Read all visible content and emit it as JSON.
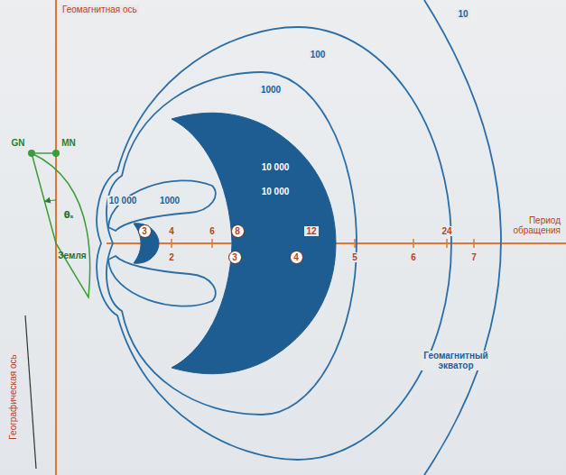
{
  "diagram": {
    "labels": [
      "Геомагнитная ось",
      "GN",
      "MN",
      "10",
      "100",
      "1000",
      "10 000",
      "10 000",
      "θₛ",
      "10 000",
      "1000",
      "Земля",
      "3",
      "4",
      "6",
      "8",
      "12",
      "Период обращения",
      "24",
      "2",
      "3",
      "4",
      "5",
      "6",
      "7",
      "Геомагнитный экватор",
      "Географическая ось"
    ]
  }
}
